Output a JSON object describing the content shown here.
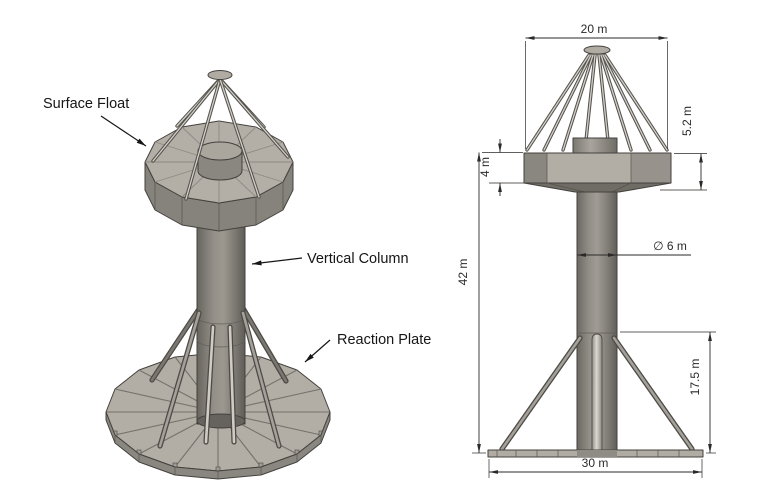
{
  "iso": {
    "labels": {
      "surface_float": "Surface Float",
      "vertical_column": "Vertical Column",
      "reaction_plate": "Reaction Plate"
    }
  },
  "elevation": {
    "dims": {
      "top_width": "20 m",
      "float_height": "5.2 m",
      "float_side_height": "4 m",
      "column_height": "42 m",
      "column_diameter": "∅ 6 m",
      "strut_section_height": "17.5 m",
      "base_width": "30 m"
    }
  },
  "colors": {
    "background": "#ffffff",
    "edge": "#44423e",
    "dim": "#2b2a28",
    "label": "#161616",
    "body-top": "#b3afa7",
    "body-side": "#8e8a84",
    "body-dark": "#6f6c66",
    "strut-light": "#cfccc6"
  }
}
